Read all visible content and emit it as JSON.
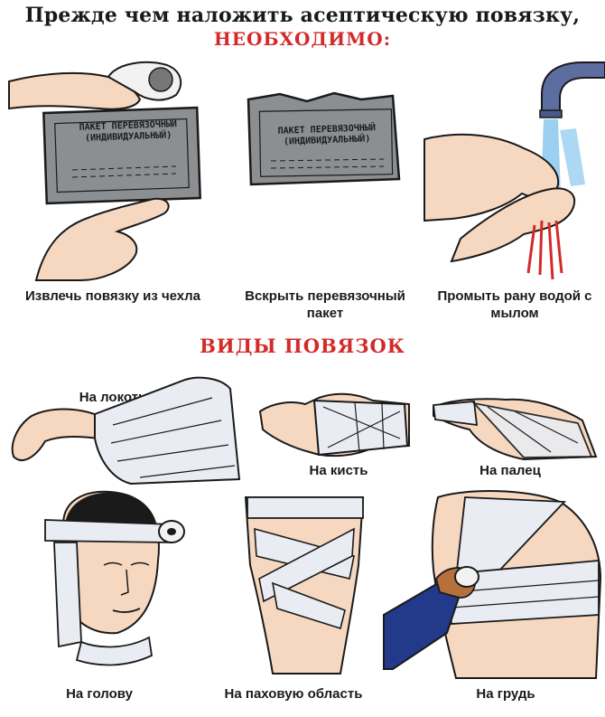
{
  "header": {
    "title": "Прежде чем наложить асептическую повязку,",
    "subtitle": "НЕОБХОДИМО:"
  },
  "steps": [
    {
      "caption": "Извлечь повязку из чехла",
      "packet_label": "ПАКЕТ ПЕРЕВЯЗОЧНЫЙ (ИНДИВИДУАЛЬНЫЙ)"
    },
    {
      "caption": "Вскрыть перевязочный пакет",
      "packet_label": "ПАКЕТ ПЕРЕВЯЗОЧНЫЙ (ИНДИВИДУАЛЬНЫЙ)"
    },
    {
      "caption": "Промыть рану водой с мылом"
    }
  ],
  "bandage_section": {
    "heading": "ВИДЫ ПОВЯЗОК",
    "types": [
      {
        "label": "На локоть"
      },
      {
        "label": "На кисть"
      },
      {
        "label": "На палец"
      },
      {
        "label": "На голову"
      },
      {
        "label": "На паховую область"
      },
      {
        "label": "На грудь"
      }
    ]
  },
  "colors": {
    "title_text": "#1a1a1a",
    "accent_red": "#d42a2a",
    "skin": "#f6d7bf",
    "bandage": "#e9edf3",
    "packet": "#8c8f91",
    "water_blue": "#49a9e6",
    "sleeve": "#233a8a"
  },
  "icons": [
    "hand-icon",
    "bandage-packet-icon",
    "faucet-icon",
    "water-icon",
    "bandage-roll-icon"
  ]
}
